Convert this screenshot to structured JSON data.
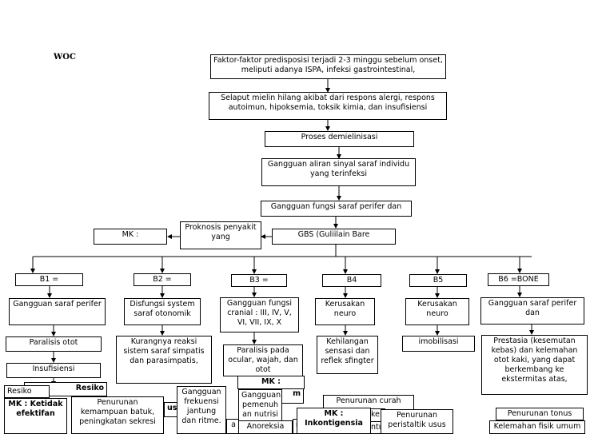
{
  "title": "WOC",
  "nodes": {
    "faktor": "Faktor-faktor predisposisi terjadi 2-3 minggu sebelum onset, meliputi adanya ISPA, infeksi gastrointestinal,",
    "selaput": "Selaput mielin hilang akibat dari respons alergi, respons autoimun, hipoksemia, toksik kimia, dan insufisiensi",
    "proses": "Proses demielinisasi",
    "gangguan_aliran": "Gangguan aliran sinyal saraf individu yang terinfeksi",
    "gangguan_fungsi": "Gangguan fungsi saraf perifer dan",
    "gbs": "GBS (Guliilain Bare",
    "proknosis": "Proknosis penyakit yang",
    "mk_top": "MK :",
    "b1": "B1 =",
    "b2": "B2 =",
    "b3": "B3 =",
    "b4": "B4",
    "b5": "B5",
    "b6": "B6 =BONE",
    "b1_1": "Gangguan saraf perifer",
    "b1_2": "Paralisis otot",
    "b1_3": "Insufisiensi",
    "b1_resiko": "Resiko",
    "b1_resiko_bold": "Resiko",
    "b1_mk": "MK : Ketidak efektifan",
    "b2_1": "Disfungsi system saraf otonomik",
    "b2_2": "Kurangnya reaksi sistem saraf simpatis dan parasimpatis,",
    "b2_3": "Penurunan kemampuan batuk, peningkatan sekresi",
    "b2_4": "Gangguan frekuensi jantung dan ritme.",
    "b2_partial": "us",
    "b3_1": "Gangguan fungsi cranial : III, IV, V, VI, VII, IX, X",
    "b3_2": "Paralisis pada ocular, wajah, dan otot",
    "b3_mk": "MK :",
    "b3_3": "Gangguan pemenuh an nutrisi",
    "b3_4": "Anoreksia",
    "b3_partial": "m",
    "b3_partial2": "ri",
    "b3_partial3": "a",
    "b4_1": "Kerusakan neuro",
    "b4_2": "Kehilangan sensasi dan reflek sfingter",
    "b4_3": "Penurunan curah",
    "b4_mk": "MK : Inkontigensia",
    "b4_partial": "ke",
    "b4_partial2": "ntu",
    "b5_1": "Kerusakan neuro",
    "b5_2": "imobilisasi",
    "b5_3": "Penurunan peristaltik usus",
    "b6_1": "Gangguan saraf perifer  dan",
    "b6_2": "Prestasia (kesemutan kebas) dan kelemahan otot kaki, yang dapat berkembang ke ekstermitas atas,",
    "b6_3": "Penurunan tonus",
    "b6_4": "Kelemahan fisik umum"
  }
}
